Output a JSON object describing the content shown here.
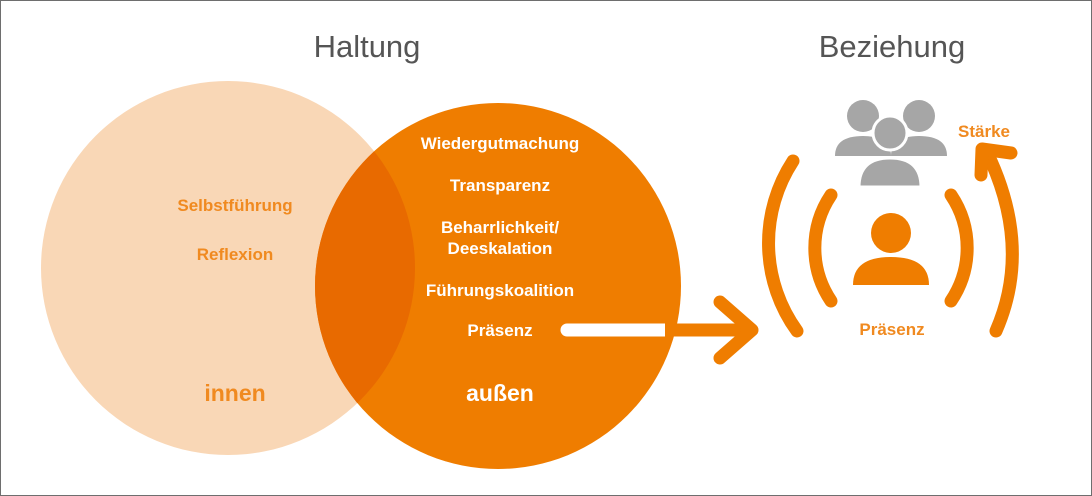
{
  "headings": {
    "left": "Haltung",
    "right": "Beziehung"
  },
  "inner_circle": {
    "items": [
      "Selbstführung",
      "Reflexion"
    ],
    "footer": "innen"
  },
  "outer_circle": {
    "items": [
      "Wiedergutmachung",
      "Transparenz",
      "Beharrlichkeit/",
      "Deeskalation",
      "Führungskoalition",
      "Präsenz"
    ],
    "footer": "außen"
  },
  "relation": {
    "strength_label": "Stärke",
    "presence_label": "Präsenz"
  },
  "colors": {
    "light_orange": "#f9d7b6",
    "orange": "#ef7d00",
    "overlap": "#e86a00",
    "label_orange": "#f08a20",
    "gray": "#a6a6a6",
    "heading_gray": "#555555"
  }
}
